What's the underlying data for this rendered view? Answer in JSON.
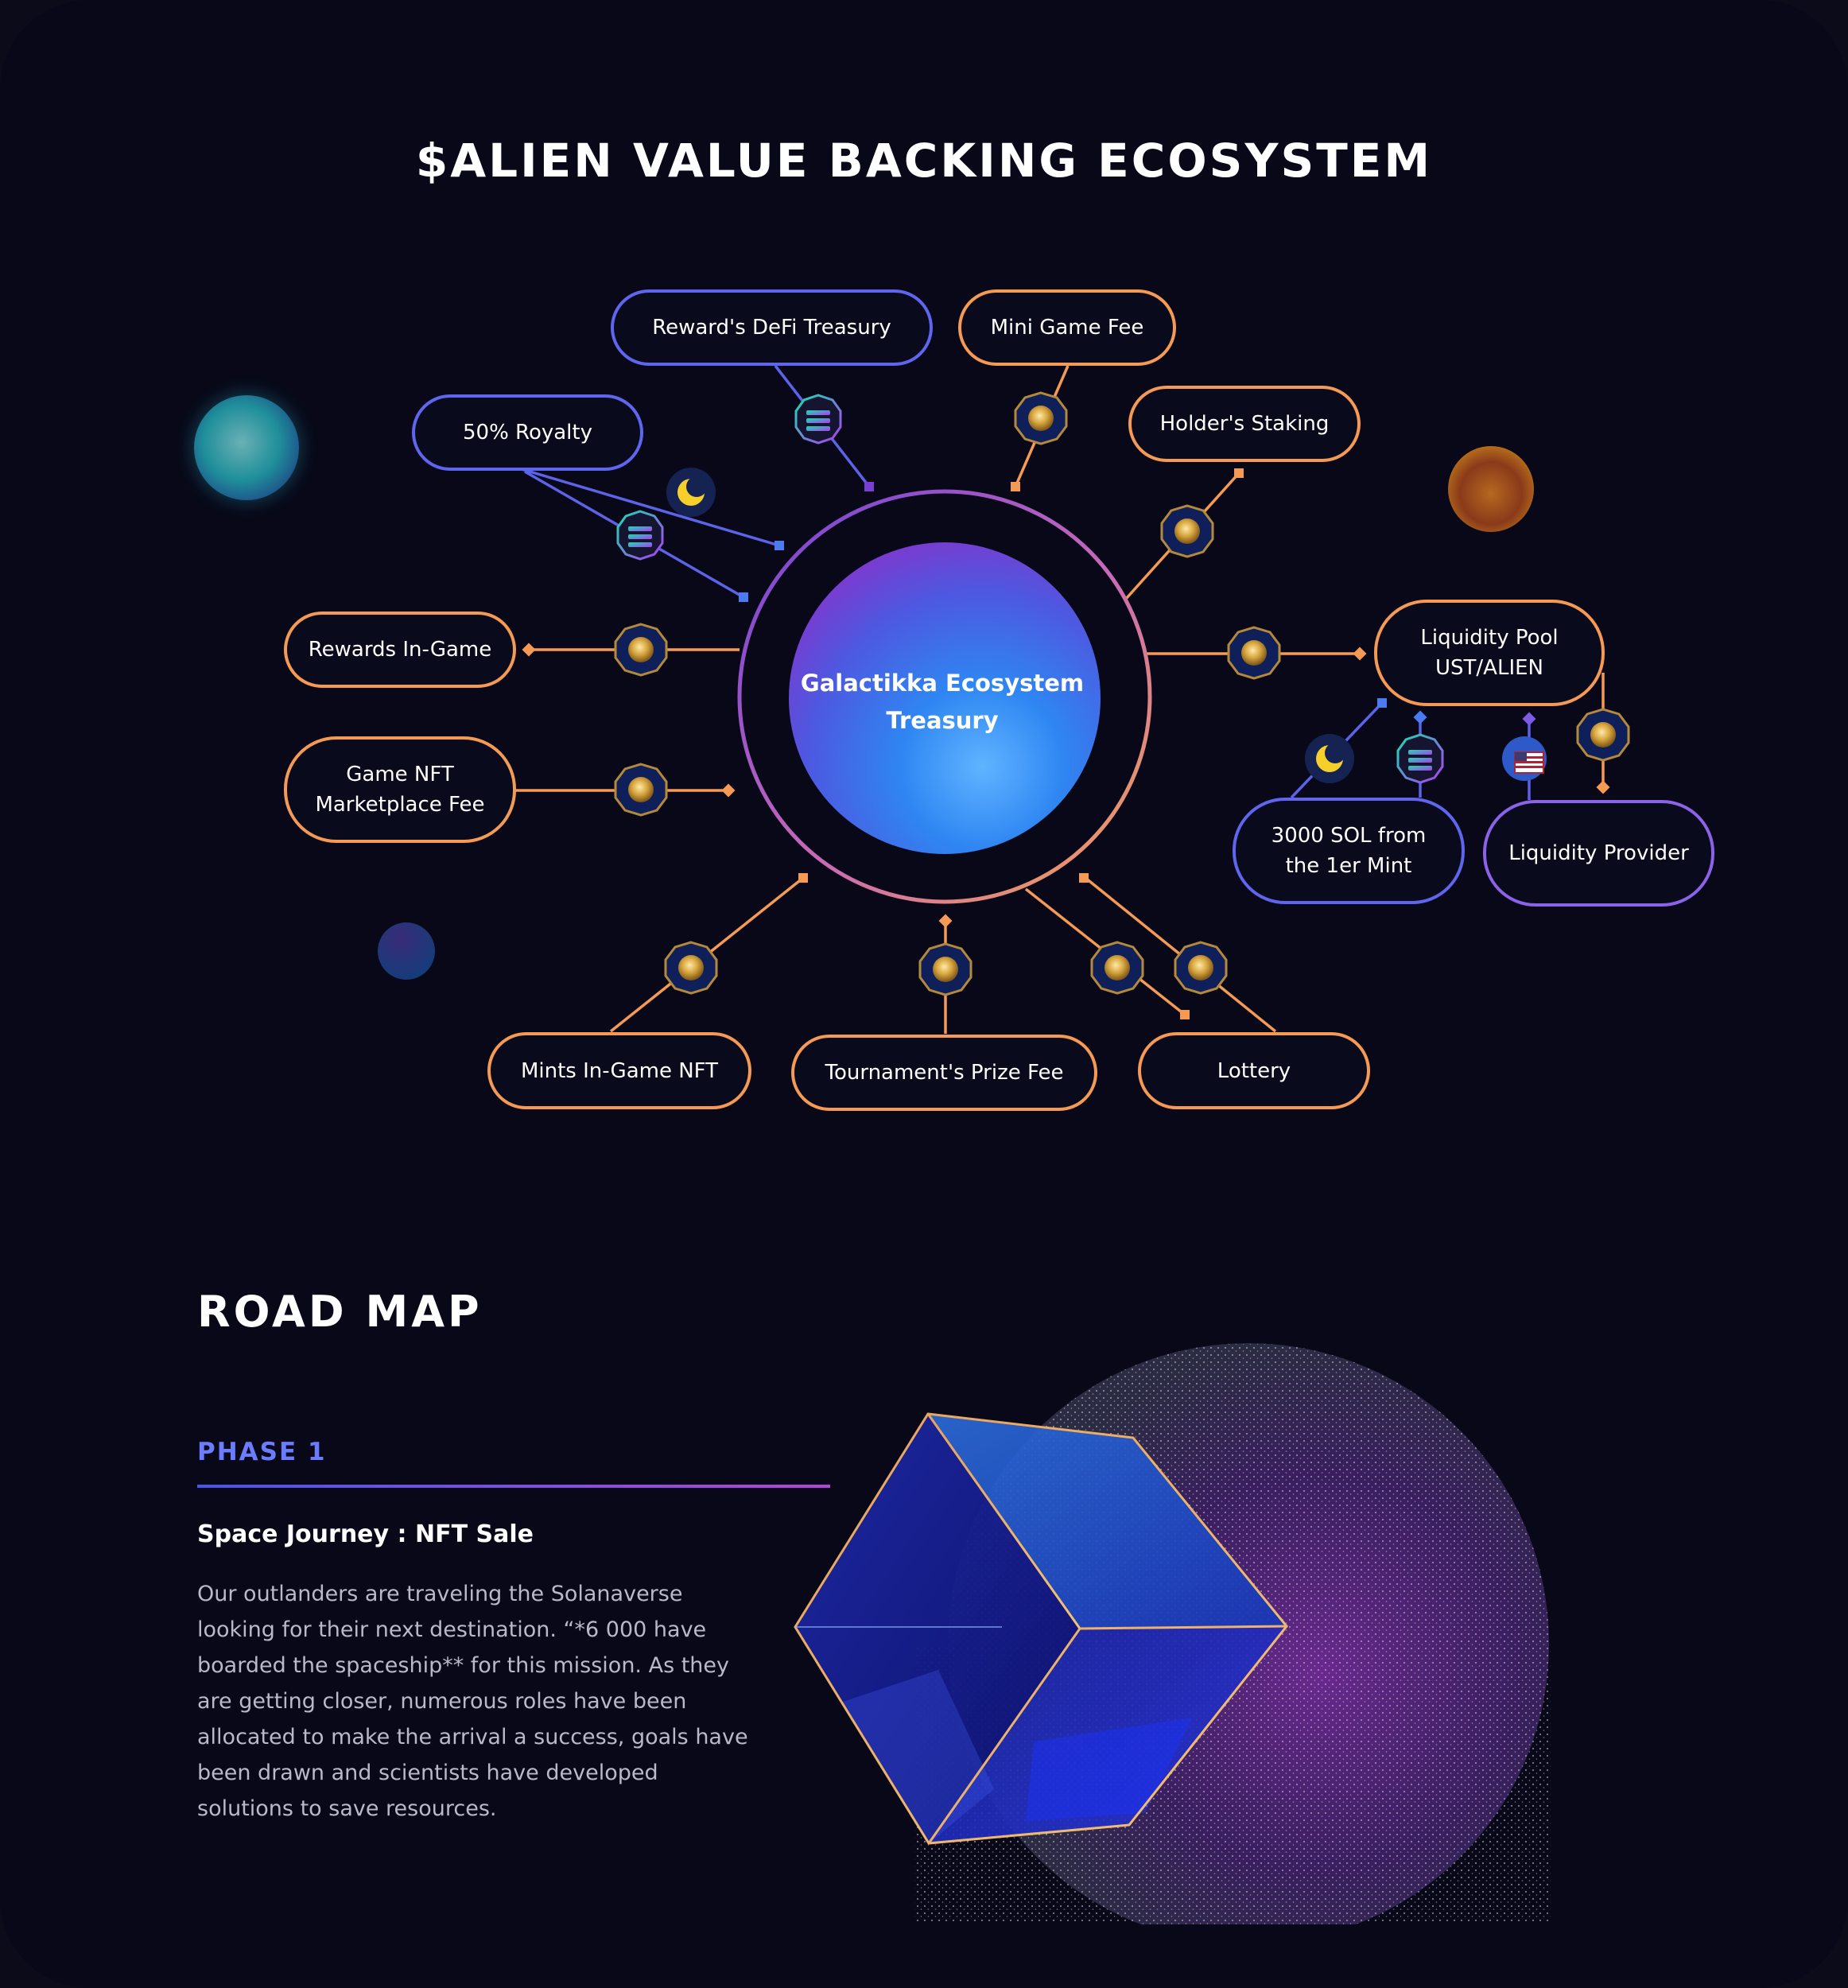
{
  "ecosystem": {
    "title": "$ALIEN VALUE BACKING ECOSYSTEM",
    "center_label": "Galactikka Ecosystem\nTreasury",
    "nodes": {
      "royalty": "50% Royalty",
      "defi_treasury": "Reward's DeFi Treasury",
      "mini_game_fee": "Mini Game Fee",
      "holders_staking": "Holder's Staking",
      "rewards_in_game": "Rewards In-Game",
      "nft_marketplace_fee": "Game NFT\nMarketplace Fee",
      "liquidity_pool": "Liquidity Pool\nUST/ALIEN",
      "sol_first_mint": "3000 SOL from\nthe 1er Mint",
      "liquidity_provider": "Liquidity Provider",
      "mints_in_game_nft": "Mints In-Game NFT",
      "tournament_prize_fee": "Tournament's Prize Fee",
      "lottery": "Lottery"
    },
    "colors": {
      "orange": "#f59a55",
      "blue": "#6065ee",
      "purple": "#8a4fd6",
      "background": "#080818"
    },
    "icons": [
      "alien-token-icon",
      "solana-token-icon",
      "terra-luna-token-icon",
      "ust-token-icon"
    ]
  },
  "roadmap": {
    "title": "ROAD MAP",
    "phase": {
      "label": "PHASE 1",
      "subtitle": "Space Journey : NFT Sale",
      "body": "Our outlanders are traveling the Solanaverse looking for their next destination. “*6 000 have boarded the spaceship** for this mission. As they are getting closer, numerous roles have been allocated to make the arrival a success, goals have been drawn and scientists have developed solutions to save resources."
    }
  }
}
